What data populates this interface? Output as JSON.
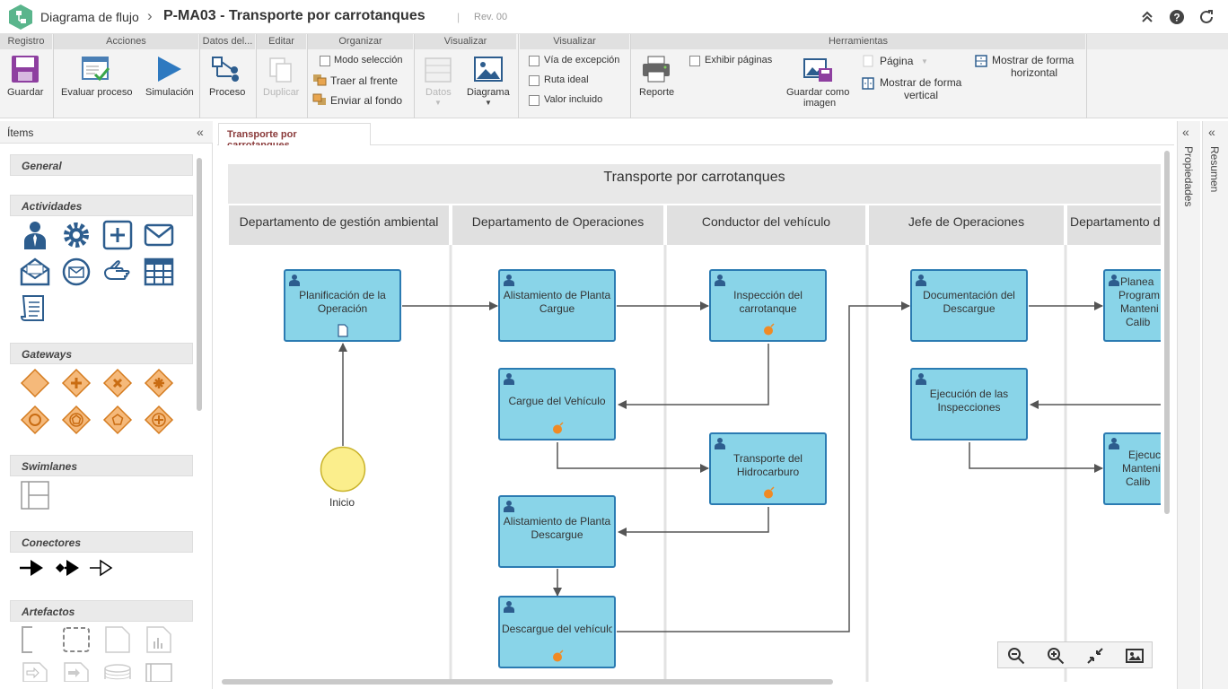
{
  "header": {
    "app_name": "Diagrama de flujo",
    "separator": "›",
    "doc_title": "P-MA03 - Transporte por carrotanques",
    "rev_separator": "|",
    "revision": "Rev. 00"
  },
  "ribbon": {
    "groups": {
      "registro": "Registro",
      "acciones": "Acciones",
      "datos": "Datos del...",
      "editar": "Editar",
      "organizar": "Organizar",
      "visualizar1": "Visualizar",
      "visualizar2": "Visualizar",
      "herramientas": "Herramientas"
    },
    "buttons": {
      "guardar": "Guardar",
      "evaluar": "Evaluar proceso",
      "simulacion": "Simulación",
      "proceso": "Proceso",
      "duplicar": "Duplicar",
      "modo_seleccion": "Modo selección",
      "traer_frente": "Traer al frente",
      "enviar_fondo": "Enviar al fondo",
      "datos": "Datos",
      "diagrama": "Diagrama",
      "via_excepcion": "Vía de excepción",
      "ruta_ideal": "Ruta ideal",
      "valor_incluido": "Valor incluido",
      "reporte": "Reporte",
      "exhibir_paginas": "Exhibir páginas",
      "guardar_imagen_1": "Guardar como",
      "guardar_imagen_2": "imagen",
      "pagina": "Página",
      "mostrar_vertical_1": "Mostrar de forma",
      "mostrar_vertical_2": "vertical",
      "mostrar_horizontal_1": "Mostrar de forma",
      "mostrar_horizontal_2": "horizontal"
    }
  },
  "items_panel": {
    "title": "Ítems",
    "sections": [
      "General",
      "Actividades",
      "Gateways",
      "Swimlanes",
      "Conectores",
      "Artefactos"
    ]
  },
  "tab": {
    "active": "Transporte por carrotanques"
  },
  "diagram": {
    "pool_title": "Transporte por carrotanques",
    "lanes": [
      "Departamento de gestión ambiental",
      "Departamento de Operaciones",
      "Conductor del vehículo",
      "Jefe de Operaciones",
      "Departamento de"
    ],
    "tasks": {
      "t1": [
        "Planificación de la",
        "Operación"
      ],
      "t2": [
        "Alistamiento de Planta",
        "Cargue"
      ],
      "t3": [
        "Inspección del",
        "carrotanque"
      ],
      "t4": [
        "Documentación del",
        "Descargue"
      ],
      "t5": [
        "Planea",
        "Program",
        "Manteni",
        "Calib"
      ],
      "t6": [
        "Cargue del Vehículo"
      ],
      "t7": [
        "Ejecución de las",
        "Inspecciones"
      ],
      "t8": [
        "Transporte del",
        "Hidrocarburo"
      ],
      "t9": [
        "Ejecuc",
        "Manteni",
        "Calib"
      ],
      "t10": [
        "Alistamiento de Planta",
        "Descargue"
      ],
      "t11": [
        "Descargue del vehículo"
      ]
    },
    "start_event": "Inicio"
  },
  "right_tabs": {
    "propiedades": "Propiedades",
    "resumen": "Resumen"
  },
  "colors": {
    "task_fill": "#89d4e8",
    "task_border": "#2b7bb2",
    "gateway": "#f5b97a",
    "start_event": "#fbee8c",
    "tab_text": "#8a3a3a"
  }
}
